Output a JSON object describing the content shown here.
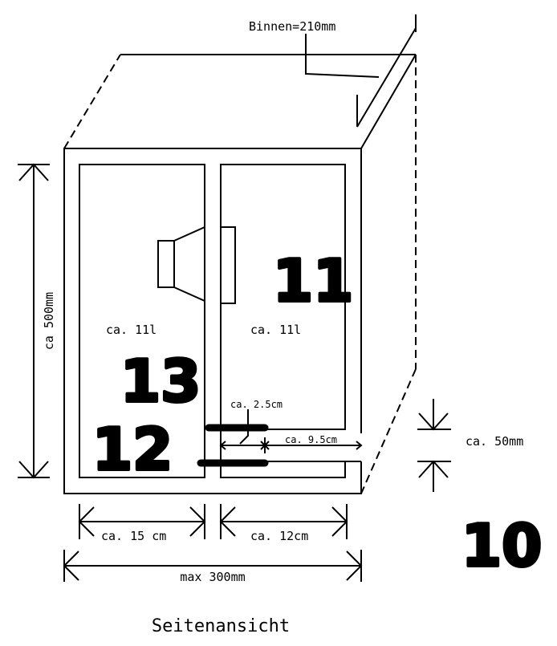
{
  "labels": {
    "inner_depth": "Binnen=210mm",
    "height": "ca 500mm",
    "left_volume": "ca. 11l",
    "right_volume": "ca. 11l",
    "port_width": "ca. 2.5cm",
    "port_length": "ca. 9.5cm",
    "port_height": "ca. 50mm",
    "left_width": "ca. 15 cm",
    "right_width": "ca. 12cm",
    "total_width": "max 300mm",
    "caption": "Seitenansicht"
  },
  "handwritten": [
    "13",
    "11",
    "12",
    "10"
  ]
}
